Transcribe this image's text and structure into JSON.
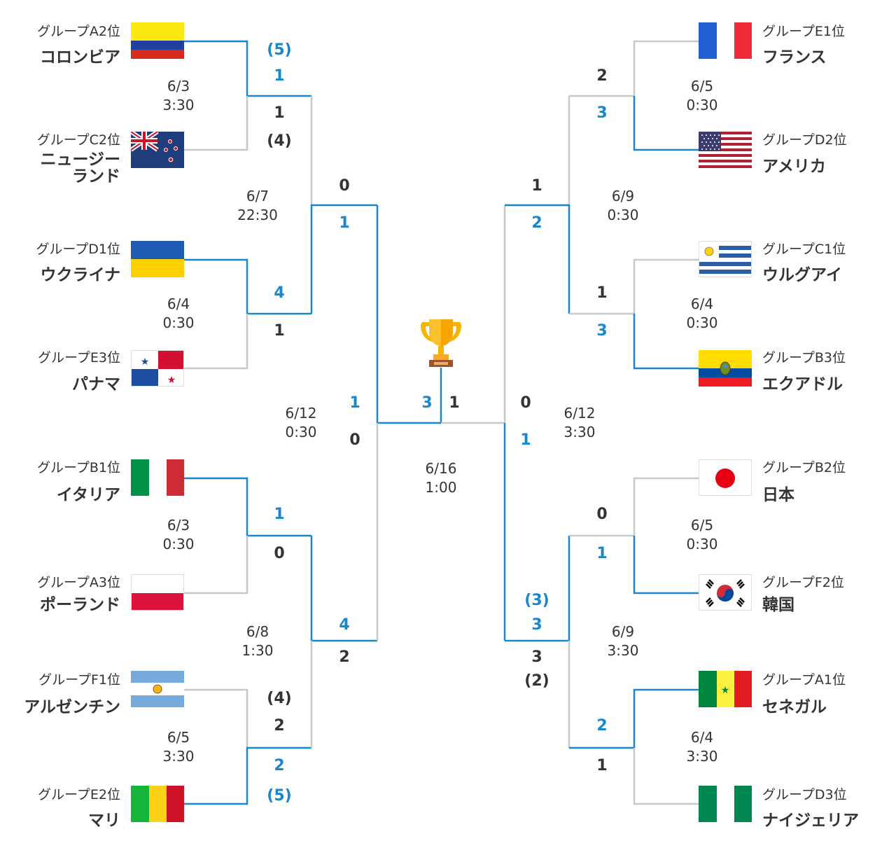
{
  "colors": {
    "winner_line": "#1a87cc",
    "loser_line": "#c8c8c8",
    "winner_score": "#1a87cc",
    "text": "#333333"
  },
  "teams": {
    "colombia": {
      "group": "グループA2位",
      "name": "コロンビア"
    },
    "new_zealand": {
      "group": "グループC2位",
      "name_line1": "ニュージー",
      "name_line2": "ランド"
    },
    "ukraine": {
      "group": "グループD1位",
      "name": "ウクライナ"
    },
    "panama": {
      "group": "グループE3位",
      "name": "パナマ"
    },
    "italy": {
      "group": "グループB1位",
      "name": "イタリア"
    },
    "poland": {
      "group": "グループA3位",
      "name": "ポーランド"
    },
    "argentina": {
      "group": "グループF1位",
      "name": "アルゼンチン"
    },
    "mali": {
      "group": "グループE2位",
      "name": "マリ"
    },
    "france": {
      "group": "グループE1位",
      "name": "フランス"
    },
    "usa": {
      "group": "グループD2位",
      "name": "アメリカ"
    },
    "uruguay": {
      "group": "グループC1位",
      "name": "ウルグアイ"
    },
    "ecuador": {
      "group": "グループB3位",
      "name": "エクアドル"
    },
    "japan": {
      "group": "グループB2位",
      "name": "日本"
    },
    "korea": {
      "group": "グループF2位",
      "name": "韓国"
    },
    "senegal": {
      "group": "グループA1位",
      "name": "セネガル"
    },
    "nigeria": {
      "group": "グループD3位",
      "name": "ナイジェリア"
    }
  },
  "dates": {
    "l_r16_1": [
      "6/3",
      "3:30"
    ],
    "l_r16_2": [
      "6/4",
      "0:30"
    ],
    "l_r16_3": [
      "6/3",
      "0:30"
    ],
    "l_r16_4": [
      "6/5",
      "3:30"
    ],
    "l_qf_1": [
      "6/7",
      "22:30"
    ],
    "l_qf_2": [
      "6/8",
      "1:30"
    ],
    "l_sf": [
      "6/12",
      "0:30"
    ],
    "r_r16_1": [
      "6/5",
      "0:30"
    ],
    "r_r16_2": [
      "6/4",
      "0:30"
    ],
    "r_r16_3": [
      "6/5",
      "0:30"
    ],
    "r_r16_4": [
      "6/4",
      "3:30"
    ],
    "r_qf_1": [
      "6/9",
      "0:30"
    ],
    "r_qf_2": [
      "6/9",
      "3:30"
    ],
    "r_sf": [
      "6/12",
      "3:30"
    ],
    "final": [
      "6/16",
      "1:00"
    ]
  },
  "scores": {
    "col_pk": "(5)",
    "col": "1",
    "nzl": "1",
    "nzl_pk": "(4)",
    "ukr": "4",
    "pan": "1",
    "ita": "1",
    "pol": "0",
    "arg_pk": "(4)",
    "arg": "2",
    "mli": "2",
    "mli_pk": "(5)",
    "qf1_top": "0",
    "qf1_bot": "1",
    "qf2_top": "4",
    "qf2_bot": "2",
    "sf_l_top": "1",
    "sf_l_bot": "0",
    "final_l": "3",
    "final_r": "1",
    "fra": "2",
    "usa": "3",
    "uru": "1",
    "ecu": "3",
    "jpn": "0",
    "kor": "1",
    "sen": "2",
    "nga": "1",
    "rqf1_top": "1",
    "rqf1_bot": "2",
    "rqf2_pk_top": "(3)",
    "rqf2_top": "3",
    "rqf2_bot": "3",
    "rqf2_pk_bot": "(2)",
    "sf_r_top": "0",
    "sf_r_bot": "1"
  }
}
